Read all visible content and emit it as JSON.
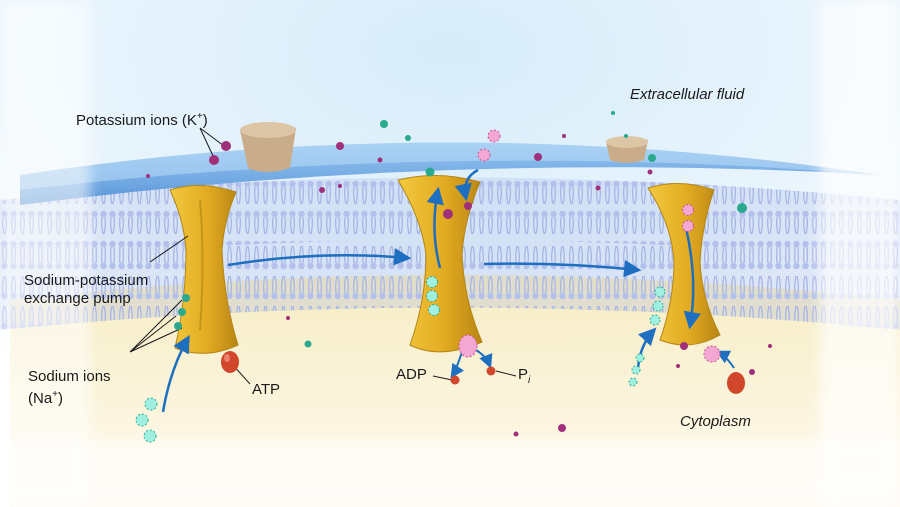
{
  "labels": {
    "extracellular": "Extracellular fluid",
    "potassium": "Potassium ions (K",
    "potassium_sup": "+",
    "potassium_close": ")",
    "pump_line1": "Sodium-potassium",
    "pump_line2": "exchange pump",
    "sodium_line1": "Sodium ions",
    "sodium_line2": "(Na",
    "sodium_sup": "+",
    "sodium_close": ")",
    "atp": "ATP",
    "adp": "ADP",
    "pi": "P",
    "pi_sub": "i",
    "cytoplasm": "Cytoplasm"
  },
  "colors": {
    "extracellular": "#cfe6f5",
    "membrane": "#9fb4e0",
    "membrane_top": "#6fa8e8",
    "cytoplasm": "#f7efc7",
    "pump": "#e6b52a",
    "pump_dark": "#b38616",
    "potassium": "#a0307a",
    "sodium": "#2aa98f",
    "sodium_ghost": "#7fe0cf",
    "potassium_ghost": "#f2a8d2",
    "atp": "#d2472c",
    "arrow": "#1e6fbf",
    "text": "#1a1a1a"
  },
  "icons": {
    "pump": "pump-protein-icon",
    "potassium": "potassium-ion-icon",
    "sodium": "sodium-ion-icon",
    "atp": "atp-molecule-icon",
    "arrow": "transport-arrow-icon"
  }
}
